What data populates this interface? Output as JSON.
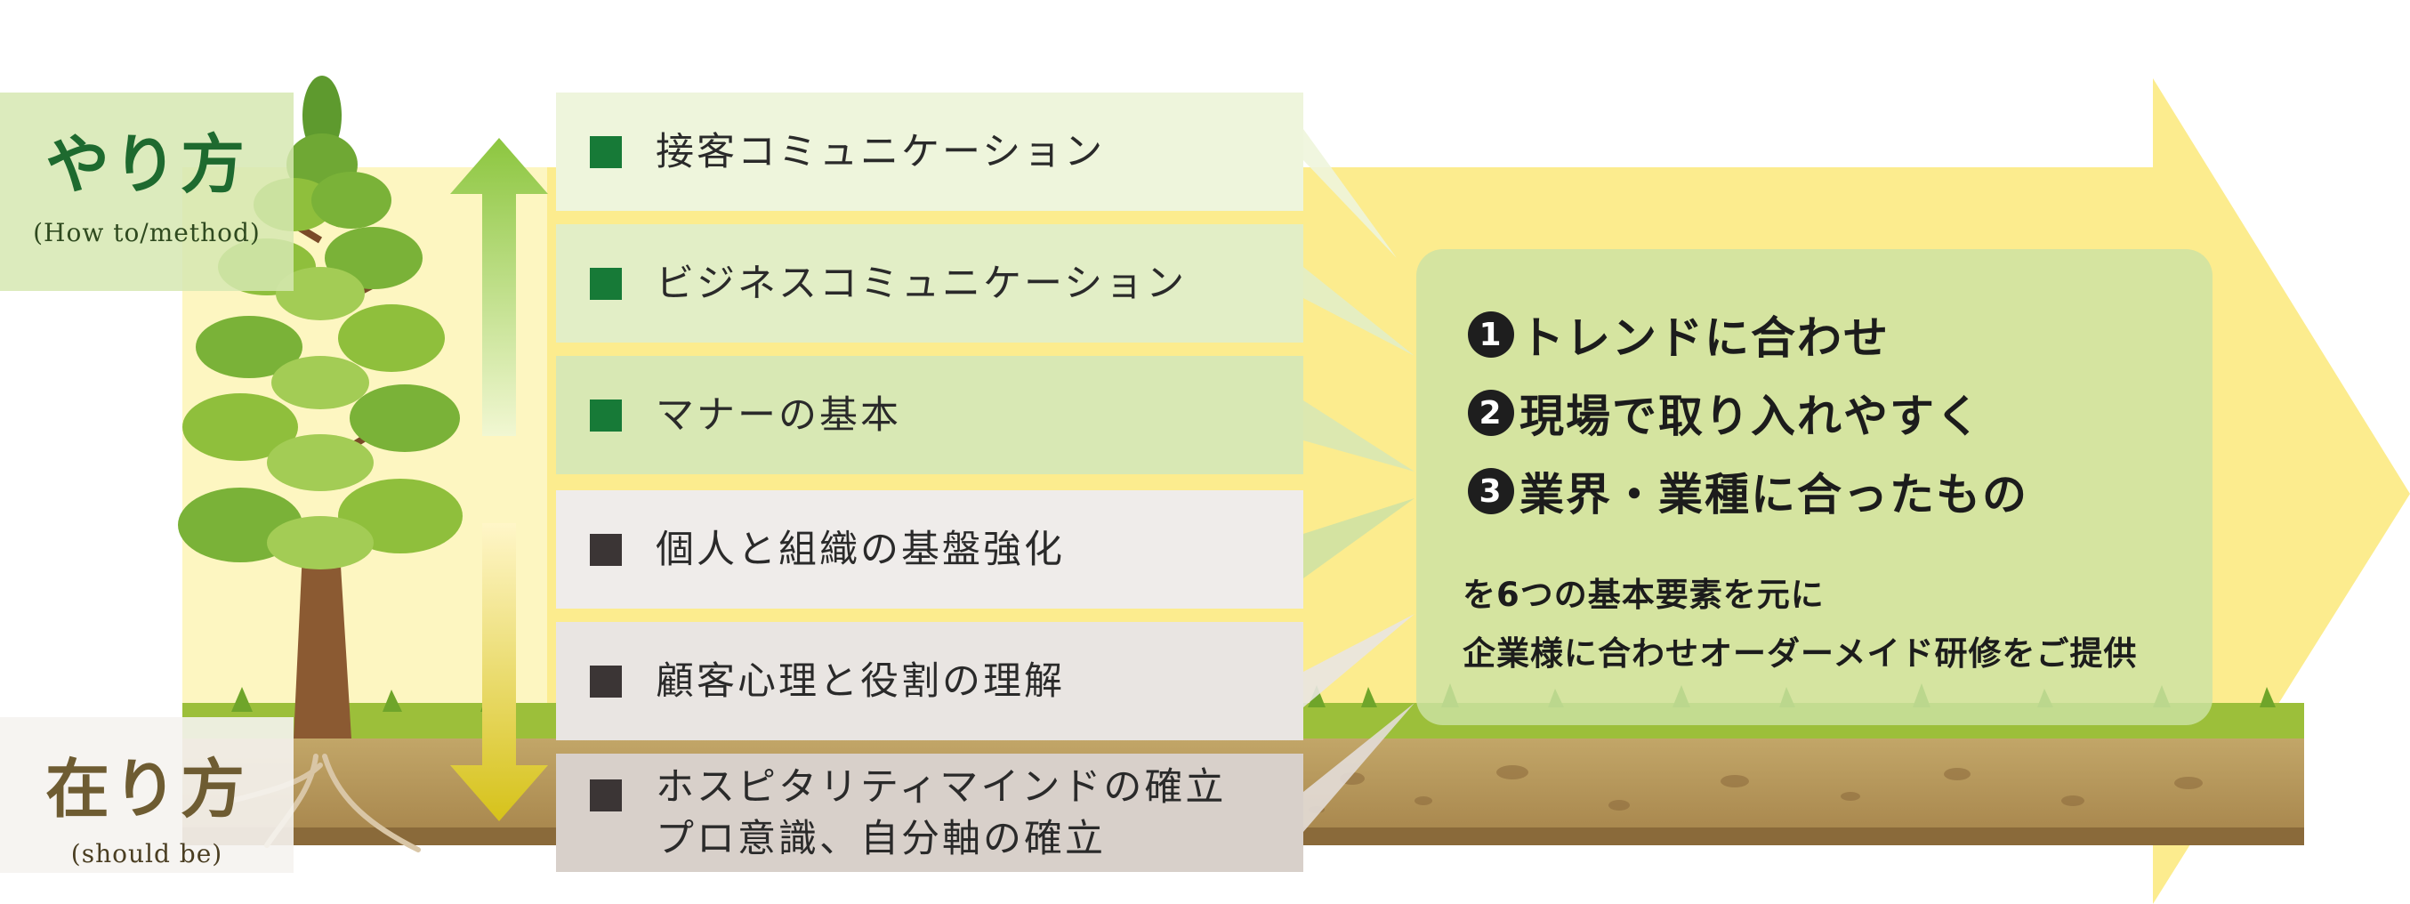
{
  "labels": {
    "how_main": "やり方",
    "how_sub": "(How to/method)",
    "should_main": "在り方",
    "should_sub": "(should be)"
  },
  "items": [
    {
      "text": "接客コミュニケーション",
      "kind": "green"
    },
    {
      "text": "ビジネスコミュニケーション",
      "kind": "green"
    },
    {
      "text": "マナーの基本",
      "kind": "green"
    },
    {
      "text": "個人と組織の基盤強化",
      "kind": "dark"
    },
    {
      "text": "顧客心理と役割の理解",
      "kind": "dark"
    },
    {
      "text": "ホスピタリティマインドの確立",
      "kind": "dark",
      "line2": "プロ意識、自分軸の確立"
    }
  ],
  "summary": {
    "points": [
      {
        "num": "1",
        "text": "トレンドに合わせ"
      },
      {
        "num": "2",
        "text": "現場で取り入れやすく"
      },
      {
        "num": "3",
        "text": "業界・業種に合ったもの"
      }
    ],
    "desc_line1": "を6つの基本要素を元に",
    "desc_line2": "企業様に合わせオーダーメイド研修をご提供"
  },
  "colors": {
    "arrow_yellow": "#fbe97a",
    "how_green": "#1e6a2f",
    "bullet_green": "#177a37",
    "bullet_dark": "#3b3535",
    "summary_box": "#cce2a3"
  }
}
